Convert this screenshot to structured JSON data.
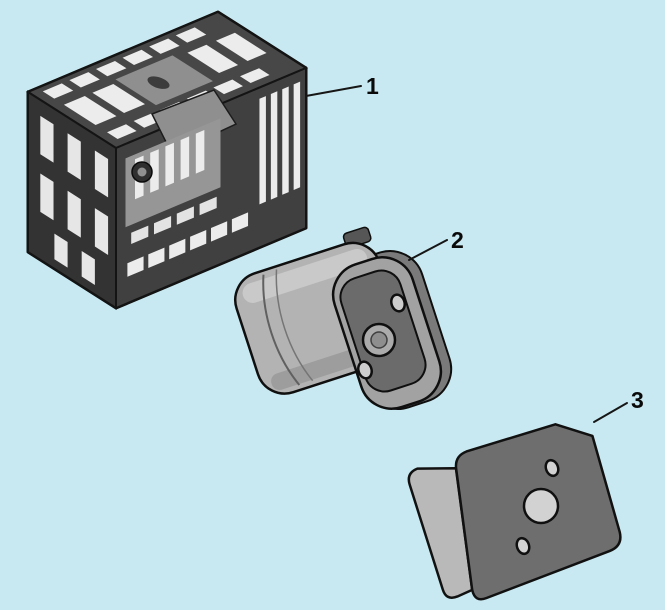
{
  "diagram": {
    "background_color": "#c8e9f1",
    "callouts": [
      {
        "number": "1"
      },
      {
        "number": "2"
      },
      {
        "number": "3"
      }
    ],
    "colors": {
      "background": "#c8e9f1",
      "outline": "#111111",
      "guard_body": "#3f3f3f",
      "guard_top": "#474747",
      "guard_front": "#404040",
      "guard_side": "#333333",
      "slot_light": "#ececec",
      "muffler_body": "#b3b3b3",
      "muffler_cap": "#a2a2a2",
      "muffler_flange": "#6b6b6b",
      "plate_dark": "#6e6e6e",
      "plate_tab": "#b9b9b9",
      "hole_light": "#d2d2d2"
    }
  }
}
